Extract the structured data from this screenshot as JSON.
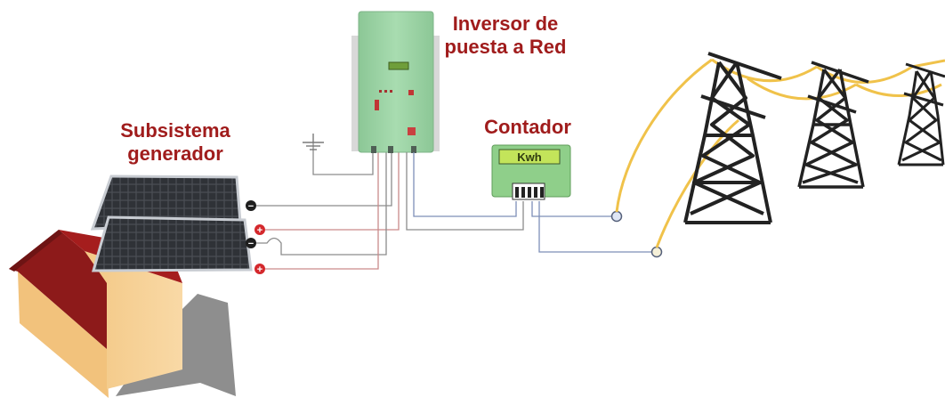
{
  "labels": {
    "generator_line1": "Subsistema",
    "generator_line2": "generador",
    "inverter_line1": "Inversor de",
    "inverter_line2": "puesta a Red",
    "meter": "Contador",
    "meter_display": "Kwh"
  },
  "symbols": {
    "negative": "−",
    "positive": "+"
  },
  "colors": {
    "label_red": "#a01c1c",
    "inverter_green": "#9ed3a6",
    "meter_green": "#8fcf8a",
    "meter_display": "#c3e45a",
    "house_wall": "#f6cf92",
    "house_roof": "#a51d1d",
    "panel_dark": "#3a3d42",
    "grid_wire": "#f0c24a",
    "tower_dark": "#222222",
    "wire_blue": "#7e8fb8",
    "wire_red": "#c98a8a"
  },
  "icons": [
    "solar-panel-icon",
    "house-icon",
    "inverter-icon",
    "ground-icon",
    "energy-meter-icon",
    "transmission-tower-icon"
  ]
}
